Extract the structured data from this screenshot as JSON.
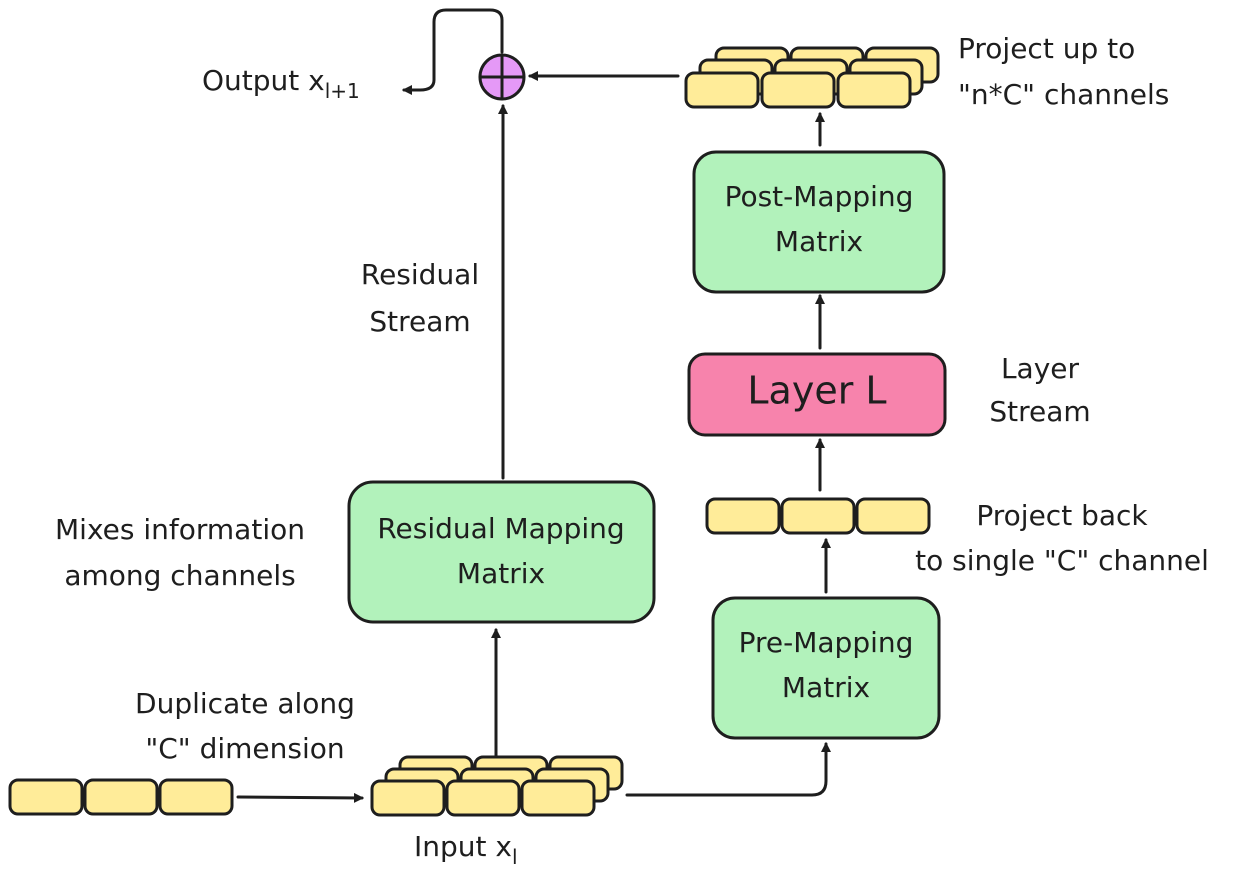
{
  "colors": {
    "cell": "#ffec99",
    "mapping_box": "#b2f2bb",
    "layer_box": "#f783ac",
    "plus_node": "#e599f7",
    "stroke": "#1e1e1e"
  },
  "labels": {
    "output": "Output x",
    "output_sub": "l+1",
    "project_up_line1": "Project up to",
    "project_up_line2": "\"n*C\" channels",
    "residual_stream_line1": "Residual",
    "residual_stream_line2": "Stream",
    "layer_stream_line1": "Layer",
    "layer_stream_line2": "Stream",
    "mixes_line1": "Mixes information",
    "mixes_line2": "among channels",
    "project_back_line1": "Project back",
    "project_back_line2": "to single \"C\" channel",
    "duplicate_line1": "Duplicate along",
    "duplicate_line2": "\"C\" dimension",
    "input": "Input x",
    "input_sub": "l"
  },
  "boxes": {
    "post_mapping_line1": "Post-Mapping",
    "post_mapping_line2": "Matrix",
    "layer": "Layer L",
    "residual_mapping_line1": "Residual Mapping",
    "residual_mapping_line2": "Matrix",
    "pre_mapping_line1": "Pre-Mapping",
    "pre_mapping_line2": "Matrix"
  },
  "icons": {
    "plus_node": "circled-plus-icon"
  }
}
